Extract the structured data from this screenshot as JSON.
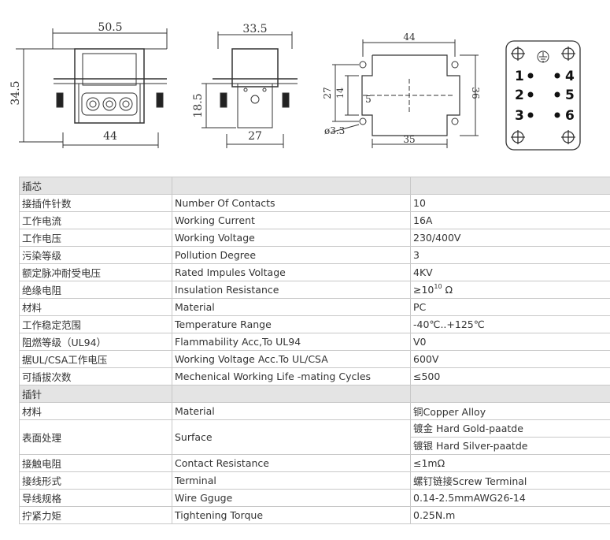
{
  "drawings": {
    "front_view": {
      "width": "50.5",
      "height": "34.5",
      "bottom_width": "44"
    },
    "side_view": {
      "width": "33.5",
      "height": "18.5",
      "bottom_width": "27"
    },
    "panel_cutout": {
      "top_width": "44",
      "left_height": "27",
      "inner_height": "14",
      "right_height": "36",
      "center_offset": "5",
      "hole_diameter": "ø3.3",
      "bottom_width": "35"
    },
    "pin_layout": {
      "ground_symbol": "⏚",
      "pins": [
        "1",
        "2",
        "3",
        "4",
        "5",
        "6"
      ]
    }
  },
  "specs": {
    "section_insert": "插芯",
    "section_contact": "插针",
    "rows_insert": [
      {
        "cn": "接插件针数",
        "en": "Number Of Contacts",
        "value": "10"
      },
      {
        "cn": "工作电流",
        "en": "Working Current",
        "value": "16A"
      },
      {
        "cn": "工作电压",
        "en": "Working Voltage",
        "value": "230/400V"
      },
      {
        "cn": "污染等级",
        "en": "Pollution Degree",
        "value": "3"
      },
      {
        "cn": "额定脉冲耐受电压",
        "en": "Rated Impules Voltage",
        "value": "4KV"
      },
      {
        "cn": "绝缘电阻",
        "en": "Insulation Resistance",
        "value_prefix": "≥10",
        "value_sup": "10",
        "value_suffix": " Ω"
      },
      {
        "cn": "材料",
        "en": "Material",
        "value": "PC"
      },
      {
        "cn": "工作稳定范围",
        "en": "Temperature Range",
        "value": "-40℃..+125℃"
      },
      {
        "cn": "阻燃等级（UL94）",
        "en": "Flammability Acc,To UL94",
        "value": "V0"
      },
      {
        "cn": "据UL/CSA工作电压",
        "en": "Working Voltage Acc.To UL/CSA",
        "value": "600V"
      },
      {
        "cn": "可插拔次数",
        "en": "Mechenical Working Life -mating Cycles",
        "value": "≤500"
      }
    ],
    "row_material": {
      "cn": "材料",
      "en": "Material",
      "value": "铜Copper Alloy"
    },
    "row_surface": {
      "cn": "表面处理",
      "en": "Surface",
      "value_1": "镀金 Hard Gold-paatde",
      "value_2": "镀银 Hard Silver-paatde"
    },
    "rows_contact": [
      {
        "cn": "接触电阻",
        "en": "Contact Resistance",
        "value": "≤1mΩ"
      },
      {
        "cn": "接线形式",
        "en": "Terminal",
        "value": "螺钉链接Screw Terminal"
      },
      {
        "cn": "导线规格",
        "en": "Wire Gguge",
        "value": "0.14-2.5mmAWG26-14"
      },
      {
        "cn": "拧紧力矩",
        "en": "Tightening Torque",
        "value": "0.25N.m"
      }
    ]
  }
}
